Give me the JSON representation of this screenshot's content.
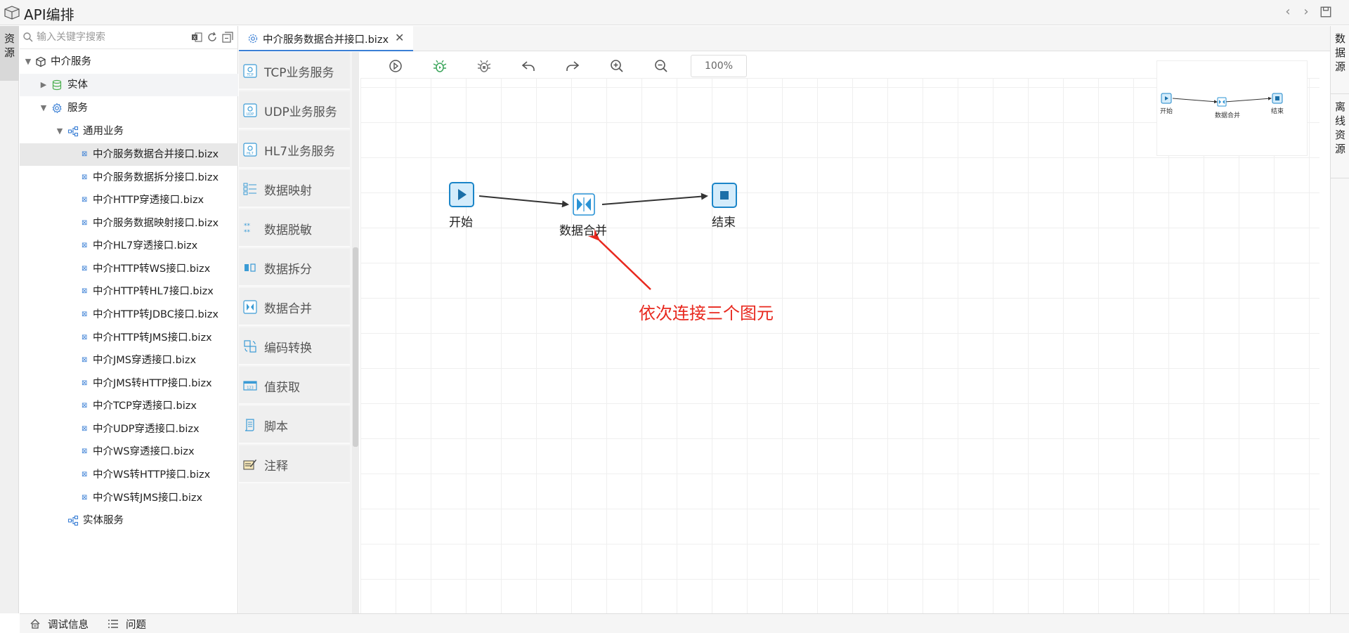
{
  "app": {
    "title": "API编排"
  },
  "left_rail": {
    "tab_label": "资源"
  },
  "search": {
    "placeholder": "输入关键字搜索",
    "value": ""
  },
  "tree": {
    "root": "中介服务",
    "entity": "实体",
    "service": "服务",
    "general": "通用业务",
    "files": [
      "中介服务数据合并接口.bizx",
      "中介服务数据拆分接口.bizx",
      "中介HTTP穿透接口.bizx",
      "中介服务数据映射接口.bizx",
      "中介HL7穿透接口.bizx",
      "中介HTTP转WS接口.bizx",
      "中介HTTP转HL7接口.bizx",
      "中介HTTP转JDBC接口.bizx",
      "中介HTTP转JMS接口.bizx",
      "中介JMS穿透接口.bizx",
      "中介JMS转HTTP接口.bizx",
      "中介TCP穿透接口.bizx",
      "中介UDP穿透接口.bizx",
      "中介WS穿透接口.bizx",
      "中介WS转HTTP接口.bizx",
      "中介WS转JMS接口.bizx"
    ],
    "entity_service": "实体服务"
  },
  "editor_tab": {
    "label": "中介服务数据合并接口.bizx"
  },
  "palette": [
    "TCP业务服务",
    "UDP业务服务",
    "HL7业务服务",
    "数据映射",
    "数据脱敏",
    "数据拆分",
    "数据合并",
    "编码转换",
    "值获取",
    "脚本",
    "注释"
  ],
  "toolbar": {
    "zoom": "100%"
  },
  "diagram": {
    "start_label": "开始",
    "merge_label": "数据合并",
    "end_label": "结束",
    "annotation": "依次连接三个图元"
  },
  "minimap": {
    "start": "开始",
    "merge": "数据合并",
    "end": "结束"
  },
  "right_rail": {
    "data_source": "数据源",
    "offline": "离线资源"
  },
  "status": {
    "debug": "调试信息",
    "problems": "问题"
  },
  "colors": {
    "accent": "#3a7fd5",
    "node_fill": "#d4ecfb",
    "annotation": "#e8281e"
  }
}
